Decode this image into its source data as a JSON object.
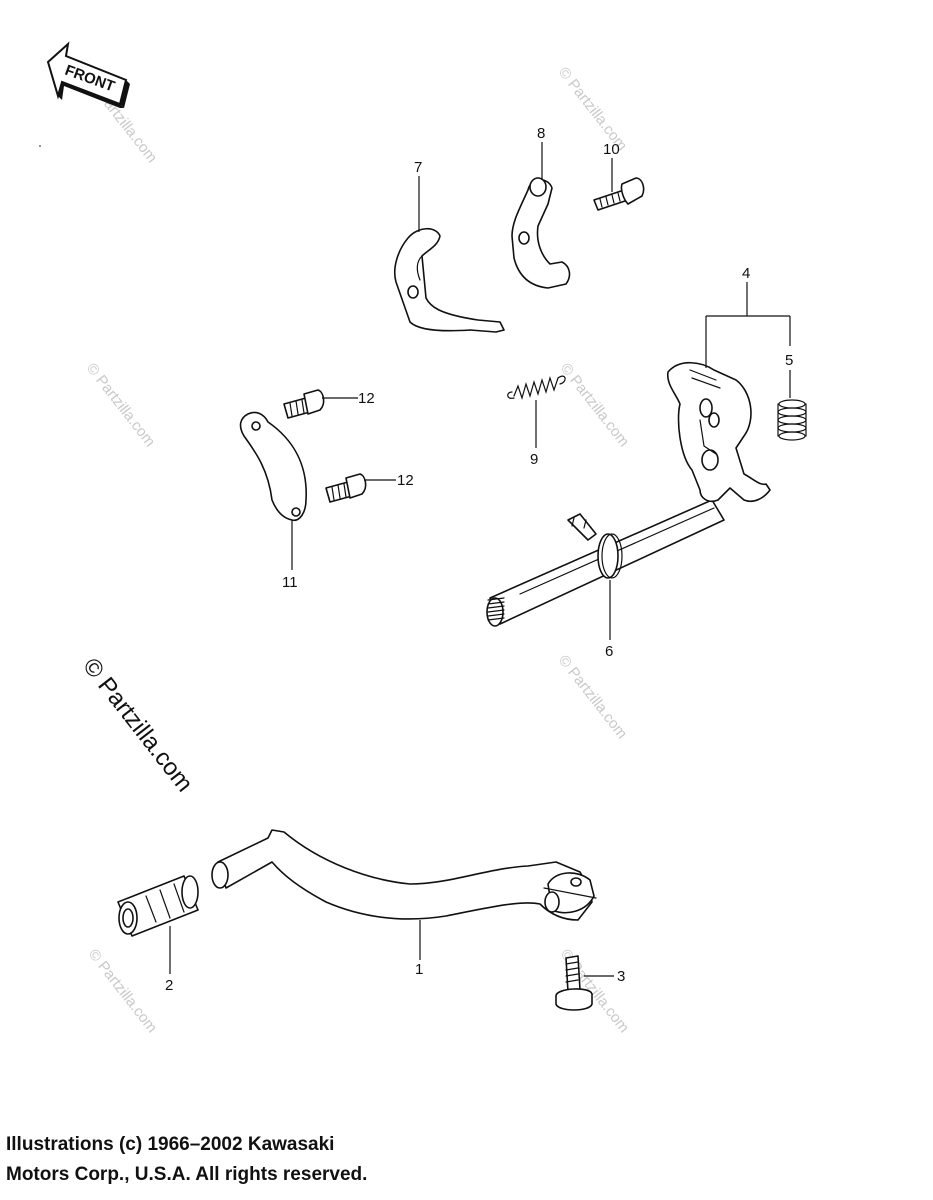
{
  "front_badge": {
    "label": "FRONT"
  },
  "callouts": {
    "c1": "1",
    "c2": "2",
    "c3": "3",
    "c4": "4",
    "c5": "5",
    "c6": "6",
    "c7": "7",
    "c8": "8",
    "c9": "9",
    "c10": "10",
    "c11": "11",
    "c12a": "12",
    "c12b": "12"
  },
  "watermark": {
    "big": "© Partzilla.com",
    "small": "© Partzilla.com"
  },
  "copyright": {
    "line1": "Illustrations (c) 1966–2002 Kawasaki",
    "line2": "Motors Corp., U.S.A.  All rights reserved."
  }
}
